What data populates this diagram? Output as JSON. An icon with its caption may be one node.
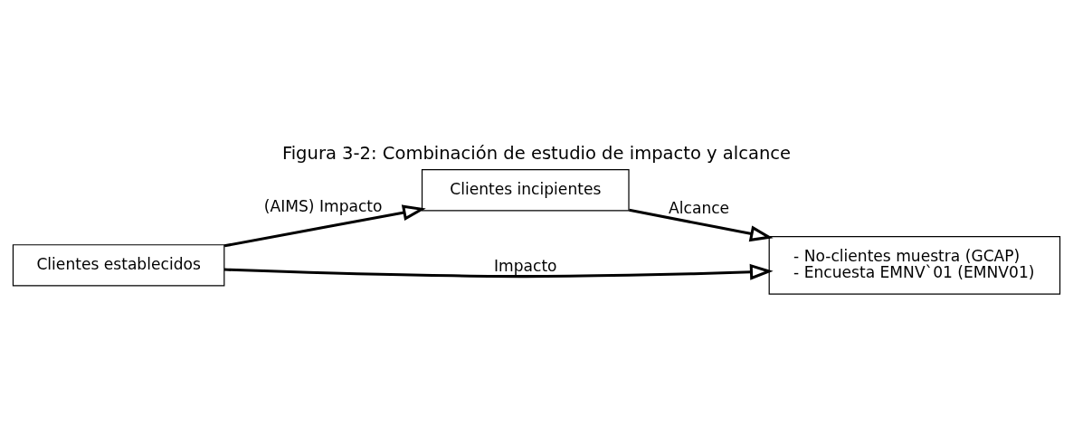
{
  "diagram": {
    "title": "Figura 3-2: Combinación de estudio de impacto y alcance",
    "nodes": [
      {
        "text": [
          "Clientes establecidos"
        ]
      },
      {
        "text": [
          "Clientes incipientes"
        ]
      },
      {
        "text": [
          "- No-clientes muestra (GCAP)",
          "- Encuesta EMNV`01 (EMNV01)"
        ]
      }
    ],
    "edges": [
      {
        "from": 1,
        "to": 2,
        "arrow": "to",
        "label": "Alcance"
      },
      {
        "from": 0,
        "to": 1,
        "arrow": "to",
        "label": "(AIMS) Impacto"
      },
      {
        "from": 0,
        "to": 2,
        "arrow": "to",
        "label": "Impacto"
      }
    ]
  }
}
